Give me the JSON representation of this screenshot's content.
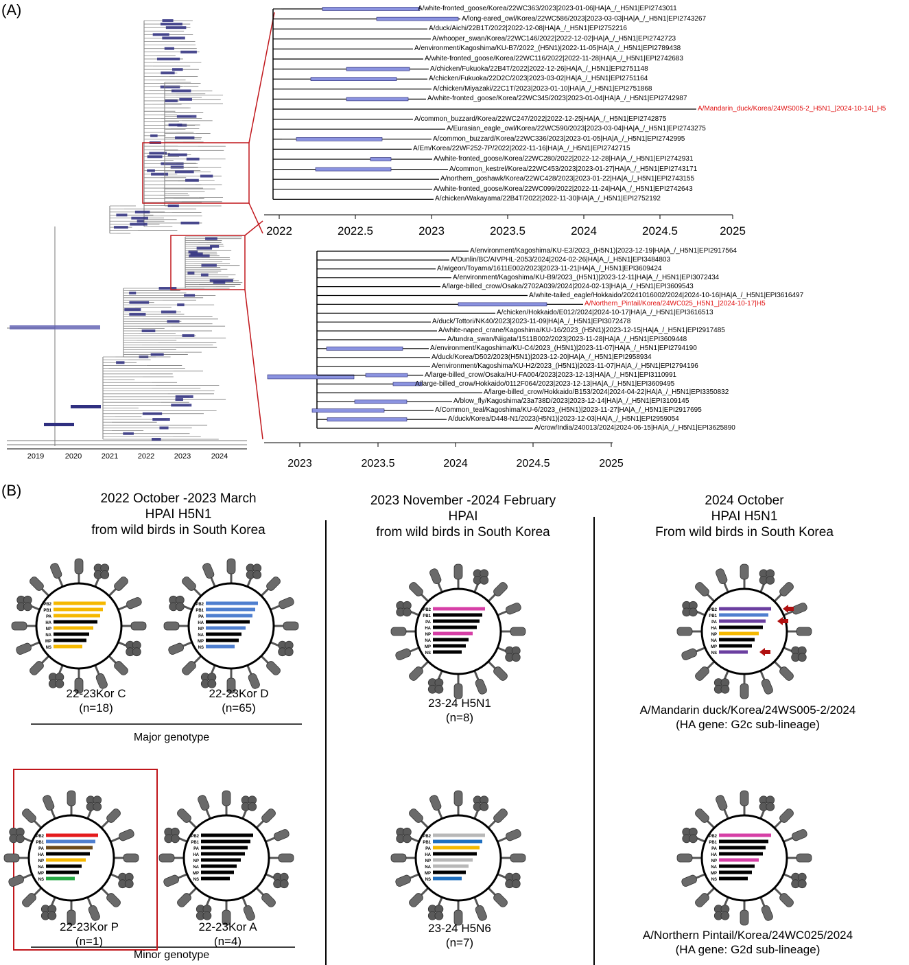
{
  "panelA": {
    "label": "(A)",
    "overview_axis": [
      "2019",
      "2020",
      "2021",
      "2022",
      "2023",
      "2024"
    ],
    "zoom1": {
      "axis": [
        "2022",
        "2022.5",
        "2023",
        "2023.5",
        "2024",
        "2024.5",
        "2025"
      ],
      "tips": [
        {
          "text": "A/white-fronted_goose/Korea/22WC363/2023|2023-01-06|HA|A_/_H5N1|EPI2743011",
          "red": false
        },
        {
          "text": "A/long-eared_owl/Korea/22WC586/2023|2023-03-03|HA|A_/_H5N1|EPI2743267",
          "red": false
        },
        {
          "text": "A/duck/Aichi/22B1T/2022|2022-12-08|HA|A_/_H5N1|EPI2752216",
          "red": false
        },
        {
          "text": "A/whooper_swan/Korea/22WC146/2022|2022-12-02|HA|A_/_H5N1|EPI2742723",
          "red": false
        },
        {
          "text": "A/environment/Kagoshima/KU-B7/2022_(H5N1)|2022-11-05|HA|A_/_H5N1|EPI2789438",
          "red": false
        },
        {
          "text": "A/white-fronted_goose/Korea/22WC116/2022|2022-11-28|HA|A_/_H5N1|EPI2742683",
          "red": false
        },
        {
          "text": "A/chicken/Fukuoka/22B4T/2022|2022-12-26|HA|A_/_H5N1|EPI2751148",
          "red": false
        },
        {
          "text": "A/chicken/Fukuoka/22D2C/2023|2023-03-02|HA|A_/_H5N1|EPI2751164",
          "red": false
        },
        {
          "text": "A/chicken/Miyazaki/22C1T/2023|2023-01-10|HA|A_/_H5N1|EPI2751868",
          "red": false
        },
        {
          "text": "A/white-fronted_goose/Korea/22WC345/2023|2023-01-04|HA|A_/_H5N1|EPI2742987",
          "red": false
        },
        {
          "text": "A/Mandarin_duck/Korea/24WS005-2_H5N1_|2024-10-14|_H5",
          "red": true
        },
        {
          "text": "A/common_buzzard/Korea/22WC247/2022|2022-12-25|HA|A_/_H5N1|EPI2742875",
          "red": false
        },
        {
          "text": "A/Eurasian_eagle_owl/Korea/22WC590/2023|2023-03-04|HA|A_/_H5N1|EPI2743275",
          "red": false
        },
        {
          "text": "A/common_buzzard/Korea/22WC336/2023|2023-01-05|HA|A_/_H5N1|EPI2742995",
          "red": false
        },
        {
          "text": "A/Em/Korea/22WF252-7P/2022|2022-11-16|HA|A_/_H5N1|EPI2742715",
          "red": false
        },
        {
          "text": "A/white-fronted_goose/Korea/22WC280/2022|2022-12-28|HA|A_/_H5N1|EPI2742931",
          "red": false
        },
        {
          "text": "A/common_kestrel/Korea/22WC453/2023|2023-01-27|HA|A_/_H5N1|EPI2743171",
          "red": false
        },
        {
          "text": "A/northern_goshawk/Korea/22WC428/2023|2023-01-22|HA|A_/_H5N1|EPI2743155",
          "red": false
        },
        {
          "text": "A/white-fronted_goose/Korea/22WC099/2022|2022-11-24|HA|A_/_H5N1|EPI2742643",
          "red": false
        },
        {
          "text": "A/chicken/Wakayama/22B4T/2022|2022-11-30|HA|A_/_H5N1|EPI2752192",
          "red": false
        }
      ]
    },
    "zoom2": {
      "axis": [
        "2023",
        "2023.5",
        "2024",
        "2024.5",
        "2025"
      ],
      "tips": [
        {
          "text": "A/environment/Kagoshima/KU-E3/2023_(H5N1)|2023-12-19|HA|A_/_H5N1|EPI2917564",
          "red": false
        },
        {
          "text": "A/Dunlin/BC/AIVPHL-2053/2024|2024-02-26|HA|A_/_H5N1|EPI3484803",
          "red": false
        },
        {
          "text": "A/wigeon/Toyama/1611E002/2023|2023-11-21|HA|A_/_H5N1|EPI3609424",
          "red": false
        },
        {
          "text": "A/environment/Kagoshima/KU-B9/2023_(H5N1)|2023-12-11|HA|A_/_H5N1|EPI3072434",
          "red": false
        },
        {
          "text": "A/large-billed_crow/Osaka/2702A039/2024|2024-02-13|HA|A_/_H5N1|EPI3609543",
          "red": false
        },
        {
          "text": "A/white-tailed_eagle/Hokkaido/20241016002/2024|2024-10-16|HA|A_/_H5N1|EPI3616497",
          "red": false
        },
        {
          "text": "A/Northern_Pintail/Korea/24WC025_H5N1_|2024-10-17|H5",
          "red": true
        },
        {
          "text": "A/chicken/Hokkaido/E012/2024|2024-10-17|HA|A_/_H5N1|EPI3616513",
          "red": false
        },
        {
          "text": "A/duck/Tottori/NK40/2023|2023-11-09|HA|A_/_H5N1|EPI3072478",
          "red": false
        },
        {
          "text": "A/white-naped_crane/Kagoshima/KU-16/2023_(H5N1)|2023-12-15|HA|A_/_H5N1|EPI2917485",
          "red": false
        },
        {
          "text": "A/tundra_swan/Niigata/1511B002/2023|2023-11-28|HA|A_/_H5N1|EPI3609448",
          "red": false
        },
        {
          "text": "A/environment/Kagoshima/KU-C4/2023_(H5N1)|2023-11-07|HA|A_/_H5N1|EPI2794190",
          "red": false
        },
        {
          "text": "A/duck/Korea/D502/2023(H5N1)|2023-12-20|HA|A_/_H5N1|EPI2958934",
          "red": false
        },
        {
          "text": "A/environment/Kagoshima/KU-H2/2023_(H5N1)|2023-11-07|HA|A_/_H5N1|EPI2794196",
          "red": false
        },
        {
          "text": "A/large-billed_crow/Osaka/HU-FA004/2023|2023-12-13|HA|A_/_H5N1|EPI3110991",
          "red": false
        },
        {
          "text": "A/large-billed_crow/Hokkaido/0112F064/2023|2023-12-13|HA|A_/_H5N1|EPI3609495",
          "red": false
        },
        {
          "text": "A/large-billed_crow/Hokkaido/B153/2024|2024-04-22|HA|A_/_H5N1|EPI3350832",
          "red": false
        },
        {
          "text": "A/blow_fly/Kagoshima/23a738D/2023|2023-12-14|HA|A_/_H5N1|EPI3109145",
          "red": false
        },
        {
          "text": "A/Common_teal/Kagoshima/KU-6/2023_(H5N1)|2023-11-27|HA|A_/_H5N1|EPI2917695",
          "red": false
        },
        {
          "text": "A/duck/Korea/D448-N1/2023(H5N1)|2023-12-03|HA|A_/_H5N1|EPI2959054",
          "red": false
        },
        {
          "text": "A/crow/India/240013/2024|2024-06-15|HA|A_/_H5N1|EPI3625890",
          "red": false
        }
      ]
    }
  },
  "panelB": {
    "label": "(B)",
    "segments": [
      "PB2",
      "PB1",
      "PA",
      "HA",
      "NP",
      "NA",
      "MP",
      "NS"
    ],
    "col1": {
      "header": [
        "2022 October -2023 March",
        "HPAI H5N1",
        "from wild birds in South Korea"
      ],
      "major_caption": "Major genotype",
      "minor_caption": "Minor genotype"
    },
    "col2": {
      "header": [
        "2023 November -2024 February",
        "HPAI",
        "from wild birds in South Korea"
      ]
    },
    "col3": {
      "header": [
        "2024 October",
        "HPAI H5N1",
        "From wild birds in South Korea"
      ]
    },
    "viruses": [
      {
        "name": "22-23Kor C",
        "n": "(n=18)",
        "colors": [
          "#f5b800",
          "#f5b800",
          "#f5b800",
          "#000000",
          "#f5b800",
          "#000000",
          "#000000",
          "#f5b800"
        ]
      },
      {
        "name": "22-23Kor D",
        "n": "(n=65)",
        "colors": [
          "#4f7fcf",
          "#4f7fcf",
          "#4f7fcf",
          "#000000",
          "#4f7fcf",
          "#000000",
          "#000000",
          "#4f7fcf"
        ]
      },
      {
        "name": "22-23Kor P",
        "n": "(n=1)",
        "colors": [
          "#e41a1c",
          "#4f7fcf",
          "#6b4a1b",
          "#000000",
          "#f5b800",
          "#000000",
          "#000000",
          "#27a845"
        ]
      },
      {
        "name": "22-23Kor A",
        "n": "(n=4)",
        "colors": [
          "#000000",
          "#000000",
          "#000000",
          "#000000",
          "#000000",
          "#000000",
          "#000000",
          "#000000"
        ]
      },
      {
        "name": "23-24 H5N1",
        "n": "(n=8)",
        "colors": [
          "#d63fa6",
          "#000000",
          "#000000",
          "#000000",
          "#d63fa6",
          "#000000",
          "#000000",
          "#000000"
        ]
      },
      {
        "name": "23-24 H5N6",
        "n": "(n=7)",
        "colors": [
          "#b8b8b8",
          "#1f6fbf",
          "#f5b800",
          "#000000",
          "#b8b8b8",
          "#b8b8b8",
          "#000000",
          "#1f6fbf"
        ]
      },
      {
        "name": "A/Mandarin duck/Korea/24WS005-2/2024",
        "n": "(HA gene: G2c sub-lineage)",
        "colors": [
          "#6b3fa0",
          "#4f7fcf",
          "#6b3fa0",
          "#000000",
          "#f5b800",
          "#000000",
          "#000000",
          "#6b3fa0"
        ]
      },
      {
        "name": "A/Northern Pintail/Korea/24WC025/2024",
        "n": "(HA gene: G2d sub-lineage)",
        "colors": [
          "#d63fa6",
          "#000000",
          "#000000",
          "#000000",
          "#d63fa6",
          "#000000",
          "#000000",
          "#000000"
        ]
      }
    ]
  }
}
